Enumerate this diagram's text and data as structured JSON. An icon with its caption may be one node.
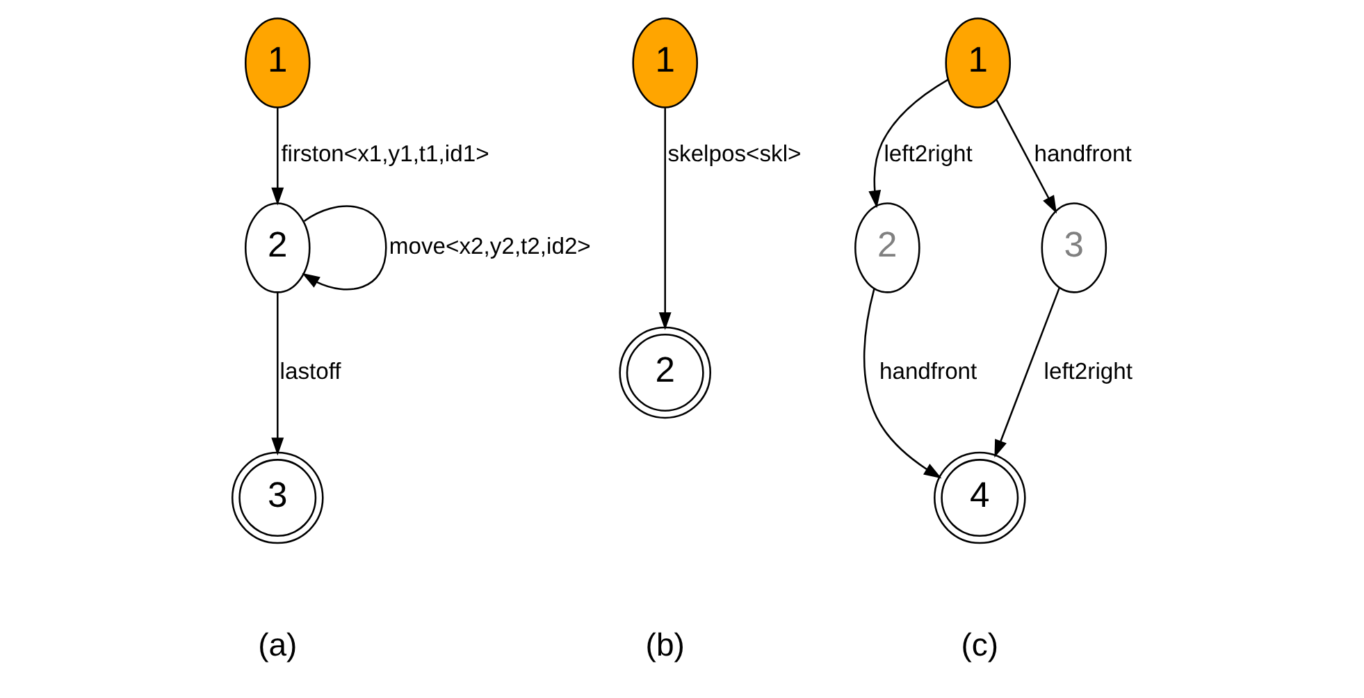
{
  "diagram": {
    "nodes": [
      {
        "text": [
          "1"
        ]
      },
      {
        "text": [
          "2"
        ]
      },
      {
        "text": [
          "3"
        ]
      },
      {
        "text": [
          "1"
        ]
      },
      {
        "text": [
          "2"
        ]
      },
      {
        "text": [
          "1"
        ]
      },
      {
        "text": [
          "2"
        ]
      },
      {
        "text": [
          "3"
        ]
      },
      {
        "text": [
          "4"
        ]
      }
    ],
    "edges": [
      {
        "from": 0,
        "to": 1,
        "arrow": "to",
        "label": "firston<x1,y1,t1,id1>"
      },
      {
        "from": 1,
        "to": 1,
        "arrow": "to",
        "label": "move<x2,y2,t2,id2>"
      },
      {
        "from": 1,
        "to": 2,
        "arrow": "to",
        "label": "lastoff"
      },
      {
        "from": 3,
        "to": 4,
        "arrow": "to",
        "label": "skelpos<skl>"
      },
      {
        "from": 5,
        "to": 6,
        "arrow": "to",
        "label": "left2right"
      },
      {
        "from": 5,
        "to": 7,
        "arrow": "to",
        "label": "handfront"
      },
      {
        "from": 6,
        "to": 8,
        "arrow": "to",
        "label": "handfront"
      },
      {
        "from": 7,
        "to": 8,
        "arrow": "to",
        "label": "left2right"
      }
    ],
    "labels": [
      "(a)",
      "(b)",
      "(c)"
    ]
  }
}
